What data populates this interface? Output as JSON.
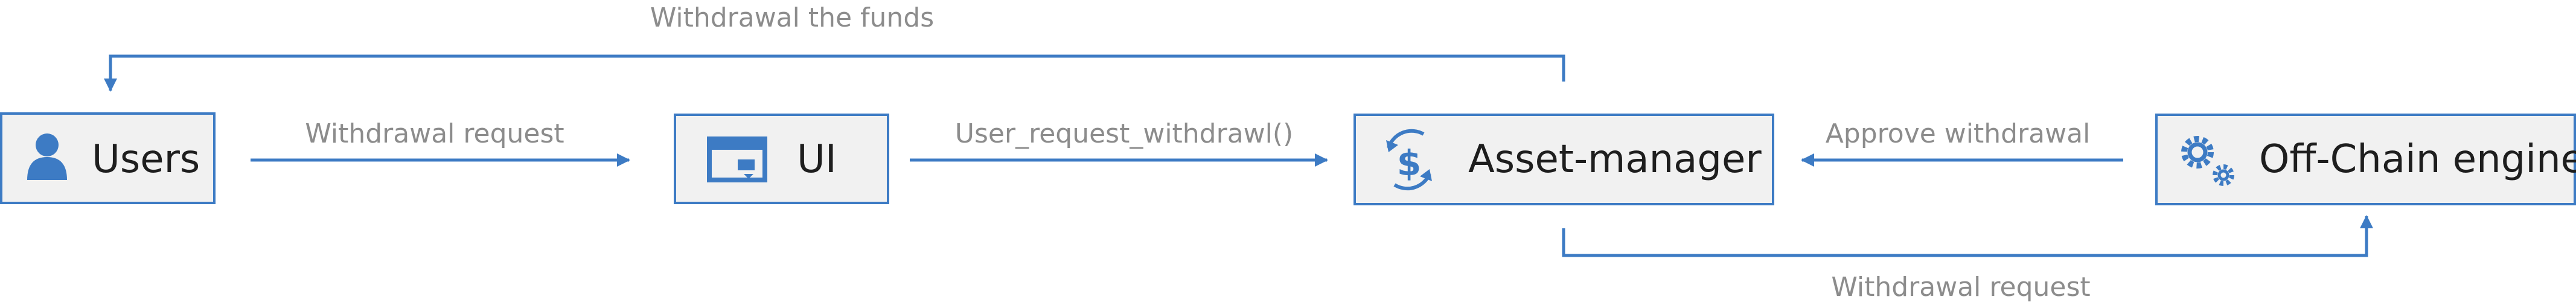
{
  "colors": {
    "accent": "#3d7bc4",
    "node_fill": "#f1f1f1",
    "node_stroke": "#3d7bc4",
    "edge_label": "#8c8c8c",
    "node_text": "#1e1e1e"
  },
  "nodes": {
    "users": {
      "label": "Users",
      "icon": "user-icon"
    },
    "ui": {
      "label": "UI",
      "icon": "browser-window-icon"
    },
    "asset_manager": {
      "label": "Asset-manager",
      "icon": "dollar-cycle-icon"
    },
    "offchain": {
      "label": "Off-Chain engine",
      "icon": "gears-icon"
    }
  },
  "edges": {
    "users_to_ui": "Withdrawal request",
    "ui_to_asset": "User_request_withdrawl()",
    "offchain_to_asset": "Approve withdrawal",
    "asset_to_offchain": "Withdrawal request",
    "asset_to_users": "Withdrawal the funds"
  }
}
